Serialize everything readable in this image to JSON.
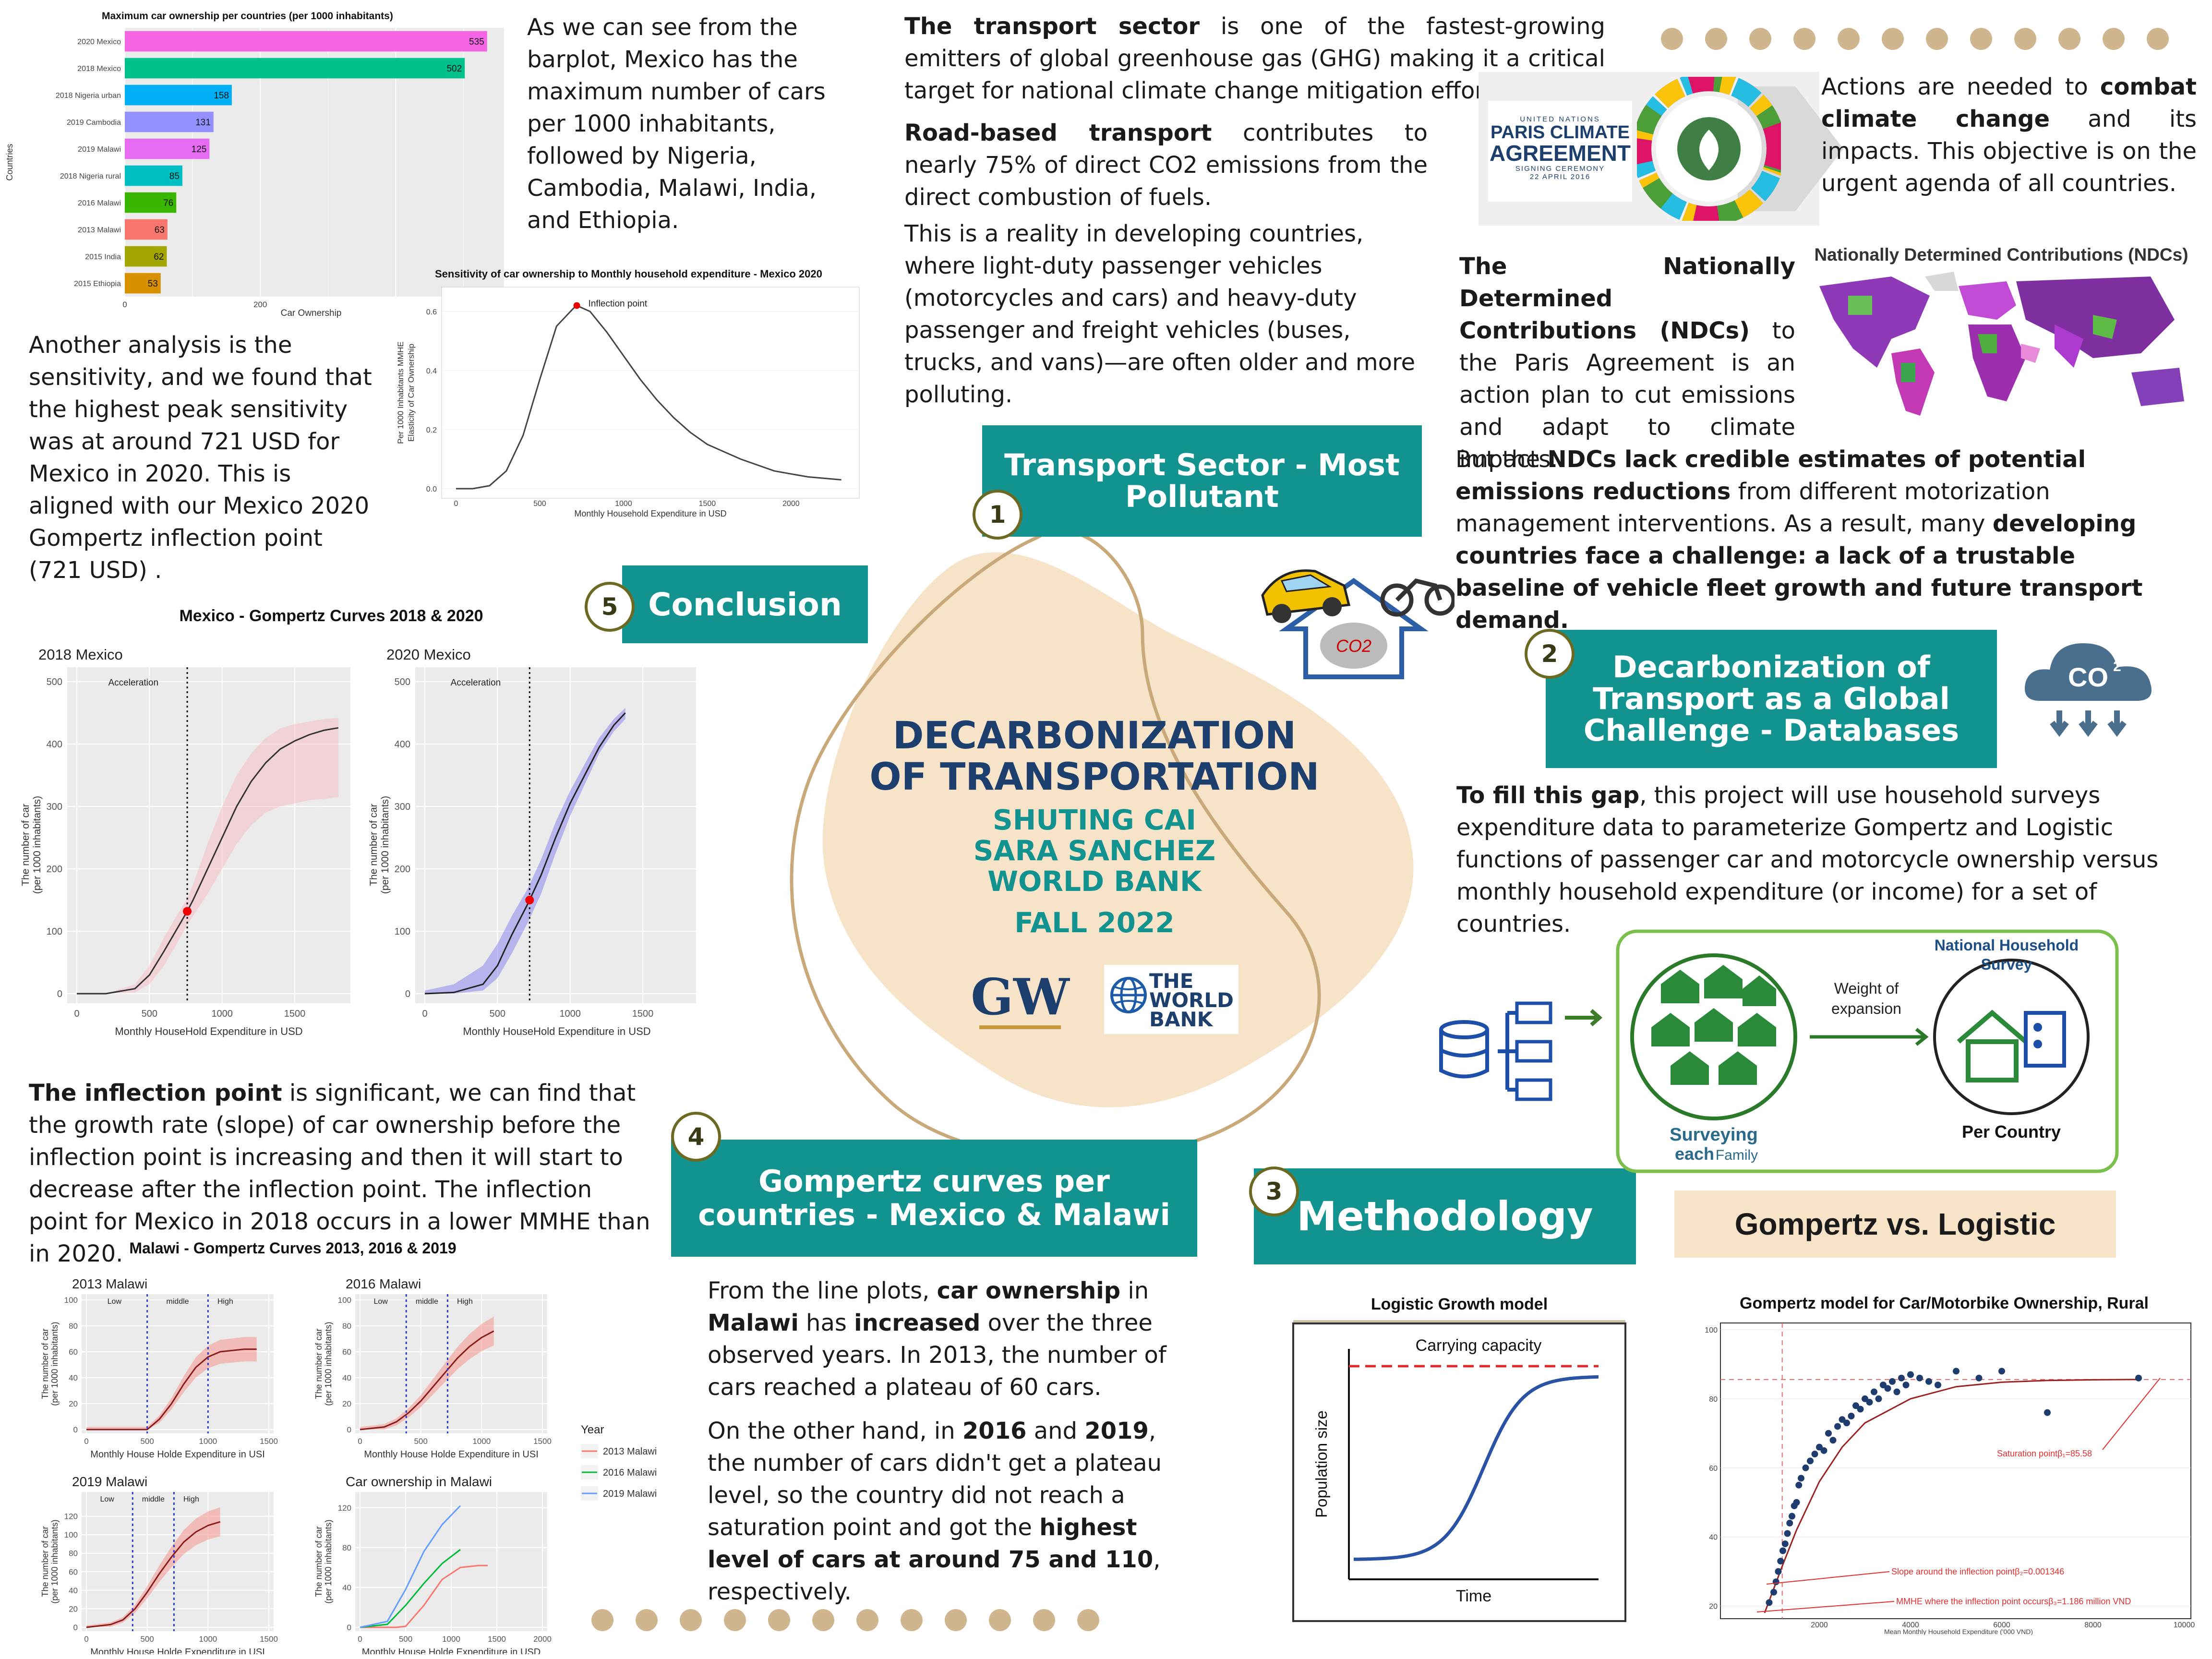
{
  "center": {
    "title1": "DECARBONIZATION",
    "title2": "OF TRANSPORTATION",
    "author1": "SHUTING CAI",
    "author2": "SARA SANCHEZ",
    "org": "WORLD BANK",
    "term": "FALL 2022",
    "gw": "GW",
    "wb1": "THE",
    "wb2": "WORLD",
    "wb3": "BANK",
    "colors": {
      "navy": "#1d3f6e",
      "teal": "#12938f",
      "blob": "#f7e3c8"
    }
  },
  "sections": {
    "s1": {
      "num": "1",
      "title": "Transport Sector - Most Pollutant"
    },
    "s2": {
      "num": "2",
      "title": "Decarbonization of Transport as a Global Challenge  - Databases"
    },
    "s3": {
      "num": "3",
      "title": "Methodology"
    },
    "s4": {
      "num": "4",
      "title": "Gompertz curves per countries - Mexico & Malawi"
    },
    "s5": {
      "num": "5",
      "title": "Conclusion"
    }
  },
  "text": {
    "barplot": "As we can see from the barplot, Mexico has the maximum number of cars per 1000 inhabitants, followed by Nigeria, Cambodia, Malawi, India, and Ethiopia.",
    "sensitivity": "Another analysis is the sensitivity, and we found that the highest peak sensitivity was at around 721 USD for Mexico in 2020. This is aligned with our Mexico 2020 Gompertz inflection point (721 USD) .",
    "inflection_b": "The inflection point",
    "inflection": " is significant, we can find that the growth rate (slope) of car ownership before the inflection point is increasing and then it will start to decrease after the inflection point. The inflection point for Mexico in 2018 occurs in a lower MMHE than in 2020.",
    "transport_b": "The transport sector",
    "transport": " is one of the fastest-growing emitters of global greenhouse gas (GHG) making it a critical target for national climate change mitigation efforts.",
    "road_b": "Road-based transport",
    "road": " contributes to nearly 75% of direct CO2 emissions from the direct combustion of fuels.",
    "reality": "This is a reality in developing countries, where light-duty passenger vehicles (motorcycles and cars) and heavy-duty passenger and freight vehicles (buses, trucks, and vans)—are often older and more polluting.",
    "actions_1": "Actions are needed to ",
    "actions_b": "combat climate change",
    "actions_2": " and its impacts. This objective is on the urgent agenda of all countries.",
    "ndc_b": "The Nationally Determined Contributions (NDCs)",
    "ndc": " to the Paris Agreement is an action plan to cut emissions and adapt to climate impacts.",
    "lack_1": "But the ",
    "lack_b1": "NDCs lack credible estimates of potential emissions reductions",
    "lack_2": " from different motorization management interventions. As a result, many ",
    "lack_b2": "developing countries face a challenge: a lack of a trustable baseline of vehicle fleet growth and future transport demand.",
    "fill_b": "To fill this gap",
    "fill": ", this project will use household surveys expenditure data to parameterize Gompertz and Logistic functions of passenger car and motorcycle ownership versus monthly household expenditure (or income) for a set of countries.",
    "malawi_1": "From the line plots, ",
    "malawi_b1": "car ownership",
    "malawi_2": " in ",
    "malawi_b2": "Malawi",
    "malawi_3": " has ",
    "malawi_b3": "increased",
    "malawi_4": " over the three observed years. In 2013, the number of cars reached a plateau of 60 cars.",
    "other_1": "On the other hand, in ",
    "other_b1": "2016",
    "other_2": " and ",
    "other_b2": "2019",
    "other_3": ", the number of cars didn't get a plateau level, so the country did not reach a saturation point and got the ",
    "other_b3": "highest level of cars at around 75 and 110",
    "other_4": ", respectively."
  },
  "paris": {
    "l1": "UNITED NATIONS",
    "l2": "PARIS CLIMATE",
    "l3": "AGREEMENT",
    "l4": "SIGNING CEREMONY",
    "l5": "22 APRIL 2016"
  },
  "ndc_map": {
    "title": "Nationally Determined Contributions (NDCs)"
  },
  "co2": {
    "label": "CO2",
    "label2": "CO",
    "sup": "2"
  },
  "survey": {
    "title": "National Household Survey",
    "weight": "Weight of expansion",
    "surveying": "Surveying",
    "each": "each",
    "family": "Family",
    "per_country": "Per Country"
  },
  "gvl": {
    "label": "Gompertz vs. Logistic"
  },
  "logistic": {
    "title": "Logistic Growth model",
    "capacity": "Carrying capacity",
    "ylabel": "Population size",
    "xlabel": "Time"
  },
  "gompertz_rural": {
    "title": "Gompertz model for Car/Motorbike Ownership, Rural",
    "ann1": "Saturation pointβ₁=85.58",
    "ann2": "Slope around the inflection pointβ₂=0.001346",
    "ann3": "MMHE where the inflection point occursβ₃=1.186 million VND",
    "xlabel": "Mean Monthly Household Expenditure ('000 VND)",
    "yticks": [
      "20",
      "40",
      "60",
      "80",
      "100"
    ],
    "xticks": [
      "2000",
      "4000",
      "6000",
      "8000",
      "10000"
    ]
  },
  "barplot_labels": {
    "title": "Maximum car ownership per countries (per 1000 inhabitants)",
    "ylabel": "Countries",
    "xlabel": "Car Ownership",
    "xticks": [
      "0",
      "200"
    ]
  },
  "sens_labels": {
    "title": "Sensitivity of car ownership to Monthly household expenditure - Mexico 2020",
    "ann": "Inflection point",
    "ylabel1": "Per 1000 Inhabitants MMHE",
    "ylabel2": "Elasticity of Car Ownership",
    "xlabel": "Monthly Household Expenditure in USD",
    "yticks": [
      "0.0",
      "0.2",
      "0.4",
      "0.6"
    ],
    "xticks": [
      "0",
      "500",
      "1000",
      "1500",
      "2000"
    ]
  },
  "mexico_labels": {
    "title": "Mexico - Gompertz Curves 2018 & 2020",
    "p1": "2018 Mexico",
    "p2": "2020 Mexico",
    "accel": "Acceleration",
    "ylabel1": "The number of car",
    "ylabel2": "(per 1000 inhabitants)",
    "xlabel": "Monthly HouseHold Expenditure in USD",
    "yticks": [
      "0",
      "100",
      "200",
      "300",
      "400",
      "500"
    ],
    "xticks": [
      "0",
      "500",
      "1000",
      "1500"
    ]
  },
  "malawi_labels": {
    "title": "Malawi - Gompertz Curves 2013, 2016 & 2019",
    "p1": "2013 Malawi",
    "p2": "2016 Malawi",
    "p3": "2019 Malawi",
    "p4": "Car ownership in Malawi",
    "low": "Low",
    "middle": "middle",
    "high": "High",
    "ylabel1": "The number of car",
    "ylabel2": "(per 1000 inhabitants)",
    "xlabel": "Monthly House Holde Expenditure in USI",
    "xlabel4": "Monthly House Holde Expenditure in USD",
    "legend_title": "Year",
    "legend": [
      "2013 Malawi",
      "2016 Malawi",
      "2019 Malawi"
    ],
    "yticks_a": [
      "0",
      "20",
      "40",
      "60",
      "80",
      "100"
    ],
    "yticks_c": [
      "0",
      "40",
      "80",
      "120"
    ],
    "xticks_a": [
      "0",
      "500",
      "1000",
      "1500"
    ],
    "xticks_d": [
      "0",
      "500",
      "1000",
      "1500",
      "2000"
    ]
  },
  "chart_data": [
    {
      "type": "bar",
      "title": "Maximum car ownership per countries (per 1000 inhabitants)",
      "xlabel": "Car Ownership",
      "ylabel": "Countries",
      "categories": [
        "2020 Mexico",
        "2018 Mexico",
        "2018 Nigeria urban",
        "2019 Cambodia",
        "2019 Malawi",
        "2018 Nigeria rural",
        "2016 Malawi",
        "2013 Malawi",
        "2015 India",
        "2015 Ethiopia"
      ],
      "values": [
        535,
        502,
        158,
        131,
        125,
        85,
        76,
        63,
        62,
        53
      ],
      "colors": [
        "#f564e3",
        "#00c08b",
        "#00b0f6",
        "#9590ff",
        "#e76bf3",
        "#00bfc4",
        "#39b600",
        "#f8766d",
        "#a3a500",
        "#d89000"
      ],
      "xlim": [
        0,
        560
      ]
    },
    {
      "type": "line",
      "title": "Sensitivity of car ownership to Monthly household expenditure - Mexico 2020",
      "x": [
        0,
        100,
        200,
        300,
        400,
        500,
        600,
        700,
        721,
        800,
        900,
        1000,
        1100,
        1200,
        1300,
        1400,
        1500,
        1700,
        1900,
        2100,
        2300
      ],
      "y": [
        0.0,
        0.0,
        0.01,
        0.06,
        0.18,
        0.37,
        0.55,
        0.61,
        0.62,
        0.6,
        0.53,
        0.45,
        0.37,
        0.3,
        0.24,
        0.19,
        0.15,
        0.1,
        0.06,
        0.04,
        0.03
      ],
      "ylim": [
        0,
        0.65
      ],
      "xlim": [
        0,
        2350
      ],
      "annotation": "Inflection point"
    },
    {
      "type": "line",
      "title": "2018 Mexico",
      "x": [
        0,
        200,
        400,
        500,
        600,
        700,
        760,
        800,
        900,
        1000,
        1100,
        1200,
        1300,
        1400,
        1500,
        1600,
        1700,
        1800
      ],
      "y": [
        0,
        0,
        8,
        30,
        68,
        108,
        132,
        150,
        200,
        250,
        300,
        340,
        370,
        392,
        405,
        415,
        422,
        426
      ],
      "band_low": [
        0,
        0,
        2,
        15,
        45,
        85,
        110,
        125,
        160,
        200,
        240,
        270,
        290,
        300,
        305,
        310,
        312,
        315
      ],
      "band_high": [
        0,
        0,
        15,
        45,
        90,
        130,
        152,
        175,
        240,
        300,
        350,
        385,
        410,
        425,
        432,
        436,
        440,
        442
      ],
      "inflection": [
        760,
        132
      ],
      "vline": 760,
      "ylim": [
        0,
        500
      ],
      "xlim": [
        0,
        1850
      ]
    },
    {
      "type": "line",
      "title": "2020 Mexico",
      "x": [
        0,
        200,
        400,
        500,
        600,
        700,
        721,
        800,
        900,
        1000,
        1100,
        1200,
        1300,
        1380
      ],
      "y": [
        0,
        2,
        15,
        45,
        95,
        140,
        150,
        190,
        250,
        305,
        350,
        395,
        430,
        450
      ],
      "band_low": [
        0,
        0,
        5,
        25,
        65,
        110,
        120,
        160,
        225,
        285,
        335,
        385,
        420,
        440
      ],
      "band_high": [
        5,
        15,
        45,
        80,
        125,
        165,
        175,
        215,
        275,
        325,
        368,
        410,
        440,
        458
      ],
      "inflection": [
        721,
        150
      ],
      "vline": 721,
      "ylim": [
        0,
        500
      ],
      "xlim": [
        0,
        1850
      ]
    },
    {
      "type": "line",
      "title": "2013 Malawi",
      "x": [
        0,
        300,
        500,
        600,
        700,
        800,
        900,
        1000,
        1100,
        1200,
        1300,
        1400
      ],
      "y": [
        0,
        0,
        0,
        8,
        20,
        35,
        48,
        56,
        60,
        61,
        62,
        62
      ],
      "ylim": [
        0,
        100
      ],
      "xlim": [
        0,
        1500
      ],
      "vlines": [
        500,
        1000
      ]
    },
    {
      "type": "line",
      "title": "2016 Malawi",
      "x": [
        0,
        200,
        300,
        400,
        500,
        600,
        700,
        800,
        900,
        1000,
        1100
      ],
      "y": [
        0,
        2,
        6,
        13,
        22,
        33,
        44,
        55,
        64,
        71,
        76
      ],
      "ylim": [
        0,
        100
      ],
      "xlim": [
        0,
        1500
      ],
      "vlines": [
        380,
        720
      ]
    },
    {
      "type": "line",
      "title": "2019 Malawi",
      "x": [
        0,
        200,
        300,
        400,
        500,
        600,
        700,
        800,
        900,
        1000,
        1100
      ],
      "y": [
        0,
        3,
        8,
        20,
        38,
        58,
        76,
        92,
        103,
        110,
        114
      ],
      "ylim": [
        0,
        140
      ],
      "xlim": [
        0,
        1500
      ],
      "vlines": [
        380,
        720
      ]
    },
    {
      "type": "line",
      "title": "Car ownership in Malawi",
      "series": [
        {
          "name": "2013 Malawi",
          "x": [
            0,
            400,
            500,
            700,
            900,
            1100,
            1300,
            1400
          ],
          "y": [
            0,
            0,
            1,
            22,
            48,
            60,
            62,
            62
          ]
        },
        {
          "name": "2016 Malawi",
          "x": [
            0,
            300,
            500,
            700,
            900,
            1100
          ],
          "y": [
            0,
            3,
            22,
            44,
            64,
            78
          ]
        },
        {
          "name": "2019 Malawi",
          "x": [
            0,
            300,
            500,
            700,
            900,
            1100
          ],
          "y": [
            0,
            6,
            38,
            76,
            103,
            122
          ]
        }
      ],
      "colors": [
        "#f8766d",
        "#00ba38",
        "#619cff"
      ],
      "ylim": [
        0,
        130
      ],
      "xlim": [
        0,
        2000
      ]
    },
    {
      "type": "line",
      "title": "Logistic Growth model",
      "x": [
        0,
        1,
        2,
        3,
        4,
        5,
        6,
        7,
        8,
        9,
        10
      ],
      "y": [
        0.05,
        0.06,
        0.08,
        0.12,
        0.22,
        0.45,
        0.72,
        0.86,
        0.92,
        0.94,
        0.95
      ],
      "xlabel": "Time",
      "ylabel": "Population size",
      "annotation": "Carrying capacity"
    },
    {
      "type": "scatter",
      "title": "Gompertz model for Car/Motorbike Ownership, Rural",
      "xlabel": "Mean Monthly Household Expenditure ('000 VND)",
      "xlim": [
        0,
        10000
      ],
      "ylim": [
        18,
        100
      ],
      "x": [
        900,
        1000,
        1050,
        1100,
        1150,
        1200,
        1250,
        1300,
        1350,
        1400,
        1450,
        1500,
        1550,
        1600,
        1700,
        1800,
        1900,
        2000,
        2100,
        2200,
        2300,
        2400,
        2500,
        2600,
        2700,
        2800,
        2900,
        3000,
        3100,
        3200,
        3300,
        3400,
        3500,
        3600,
        3700,
        3800,
        3900,
        4000,
        4200,
        4400,
        4600,
        5000,
        5500,
        6000,
        7000,
        9000
      ],
      "y": [
        21,
        24,
        27,
        30,
        33,
        36,
        38,
        41,
        44,
        46,
        49,
        50,
        55,
        57,
        60,
        62,
        64,
        66,
        65,
        70,
        68,
        72,
        74,
        73,
        75,
        78,
        77,
        80,
        79,
        82,
        80,
        84,
        83,
        85,
        82,
        86,
        84,
        87,
        86,
        85,
        84,
        88,
        86,
        88,
        76,
        86
      ],
      "fit_x": [
        800,
        1000,
        1200,
        1500,
        2000,
        2500,
        3000,
        4000,
        5000,
        6000,
        7000,
        8000,
        9000
      ],
      "fit_y": [
        18,
        25,
        32,
        42,
        56,
        66,
        73,
        80,
        83.5,
        84.8,
        85.3,
        85.5,
        85.58
      ],
      "saturation": 85.58,
      "inflection_x": 1186
    }
  ]
}
